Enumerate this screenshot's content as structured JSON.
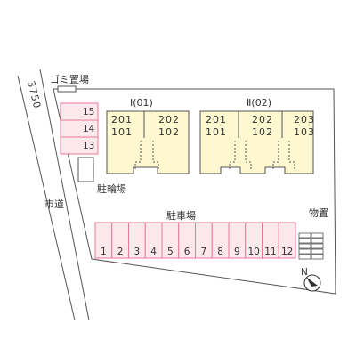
{
  "road": {
    "route_number": "3750",
    "city_road_label": "市道"
  },
  "facilities": {
    "garbage_label": "ゴミ置場",
    "bicycle_label": "駐輪場",
    "parking_label": "駐車場",
    "storage_label": "物置"
  },
  "side_parking": [
    "15",
    "14",
    "13"
  ],
  "buildings": [
    {
      "title": "Ⅰ(01)",
      "units": [
        {
          "upper": "201",
          "lower": "101"
        },
        {
          "upper": "202",
          "lower": "102"
        }
      ]
    },
    {
      "title": "Ⅱ(02)",
      "units": [
        {
          "upper": "201",
          "lower": "101"
        },
        {
          "upper": "202",
          "lower": "102"
        },
        {
          "upper": "203",
          "lower": "103"
        }
      ]
    }
  ],
  "parking_spaces": [
    "1",
    "2",
    "3",
    "4",
    "5",
    "6",
    "7",
    "8",
    "9",
    "10",
    "11",
    "12"
  ],
  "compass": {
    "north_label": "N"
  },
  "colors": {
    "building_fill": "#fdf8d0",
    "parking_fill": "#fde8ee",
    "parking_stroke": "#e87a98",
    "line": "#555555"
  }
}
